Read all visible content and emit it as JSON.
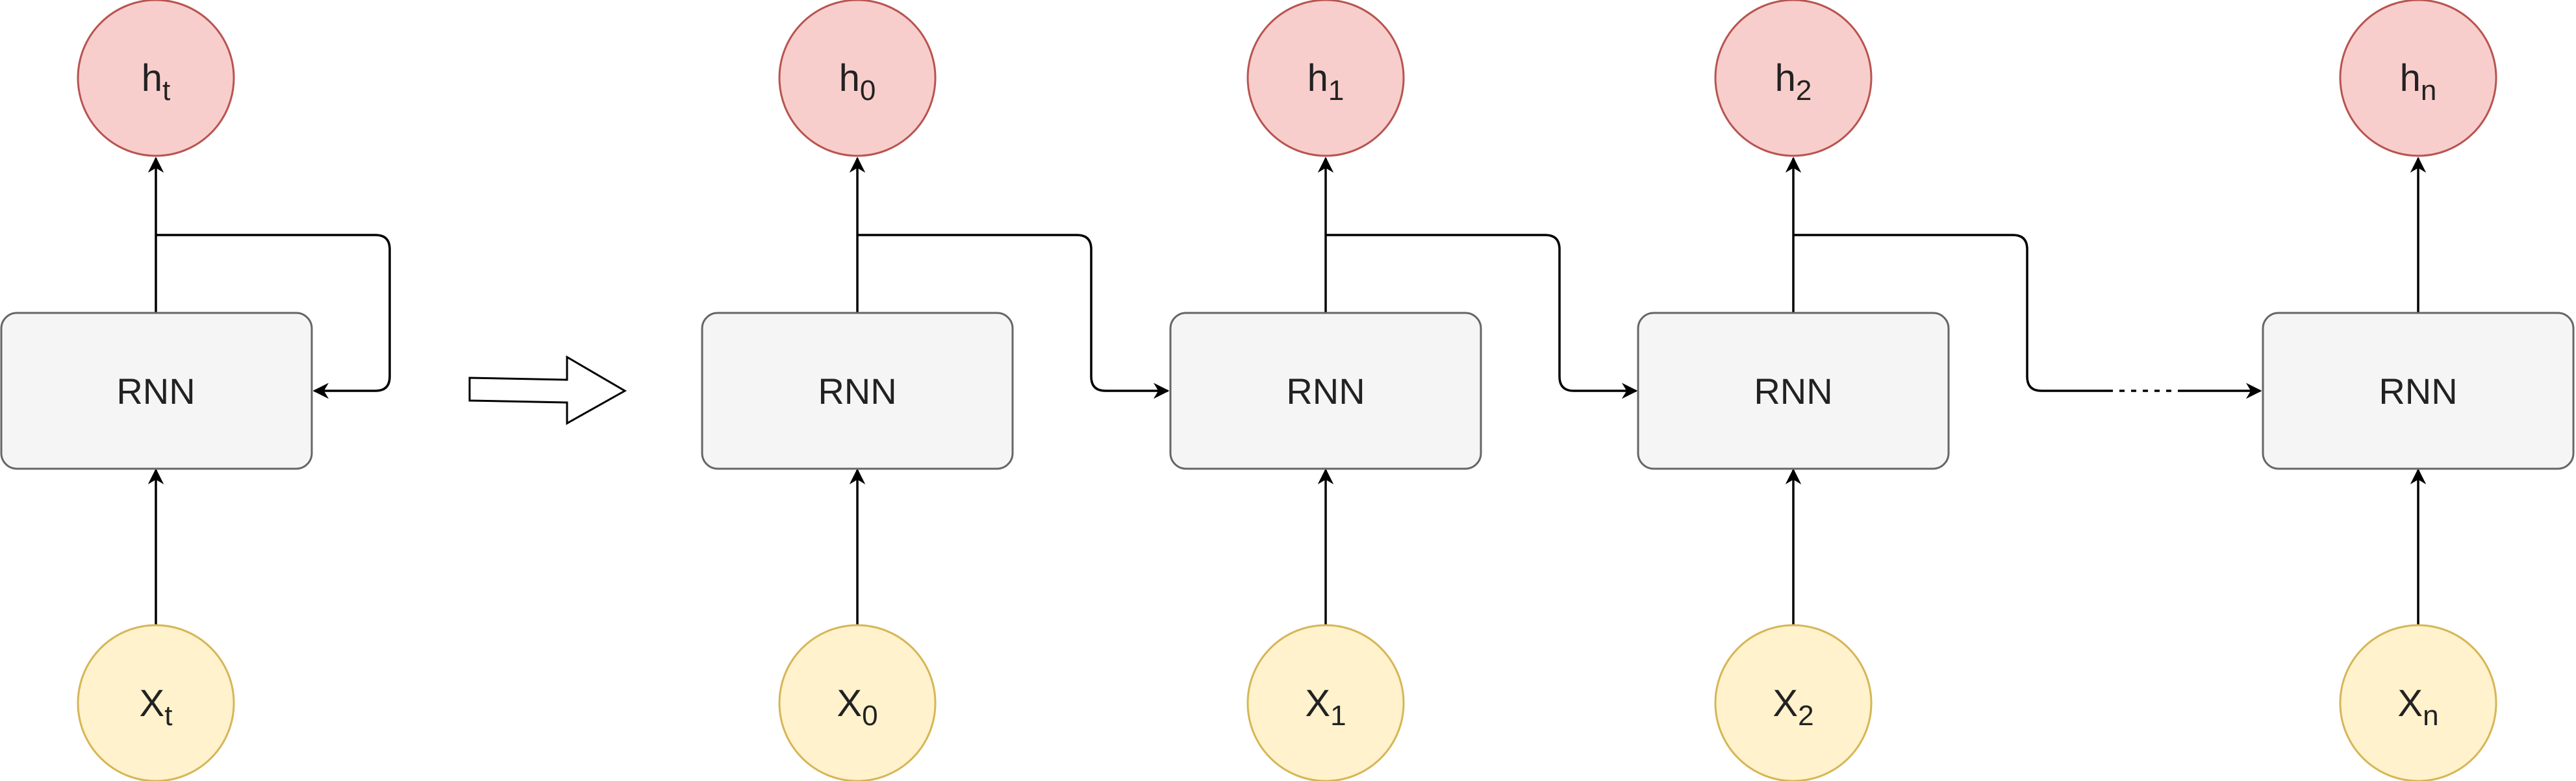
{
  "colors": {
    "output_fill": "#f8cecc",
    "output_stroke": "#b85450",
    "input_fill": "#fff2cc",
    "input_stroke": "#d6b656",
    "box_fill": "#f5f5f5",
    "box_stroke": "#666666",
    "line": "#000000",
    "text": "#222222"
  },
  "folded": {
    "rnn_label": "RNN",
    "output": {
      "base": "h",
      "sub": "t"
    },
    "input": {
      "base": "X",
      "sub": "t"
    }
  },
  "unfold_arrow": {
    "icon": "hollow-right-arrow-icon"
  },
  "unrolled": {
    "steps": [
      {
        "rnn_label": "RNN",
        "output": {
          "base": "h",
          "sub": "0"
        },
        "input": {
          "base": "X",
          "sub": "0"
        }
      },
      {
        "rnn_label": "RNN",
        "output": {
          "base": "h",
          "sub": "1"
        },
        "input": {
          "base": "X",
          "sub": "1"
        }
      },
      {
        "rnn_label": "RNN",
        "output": {
          "base": "h",
          "sub": "2"
        },
        "input": {
          "base": "X",
          "sub": "2"
        }
      },
      {
        "rnn_label": "RNN",
        "output": {
          "base": "h",
          "sub": "n"
        },
        "input": {
          "base": "X",
          "sub": "n"
        }
      }
    ]
  }
}
